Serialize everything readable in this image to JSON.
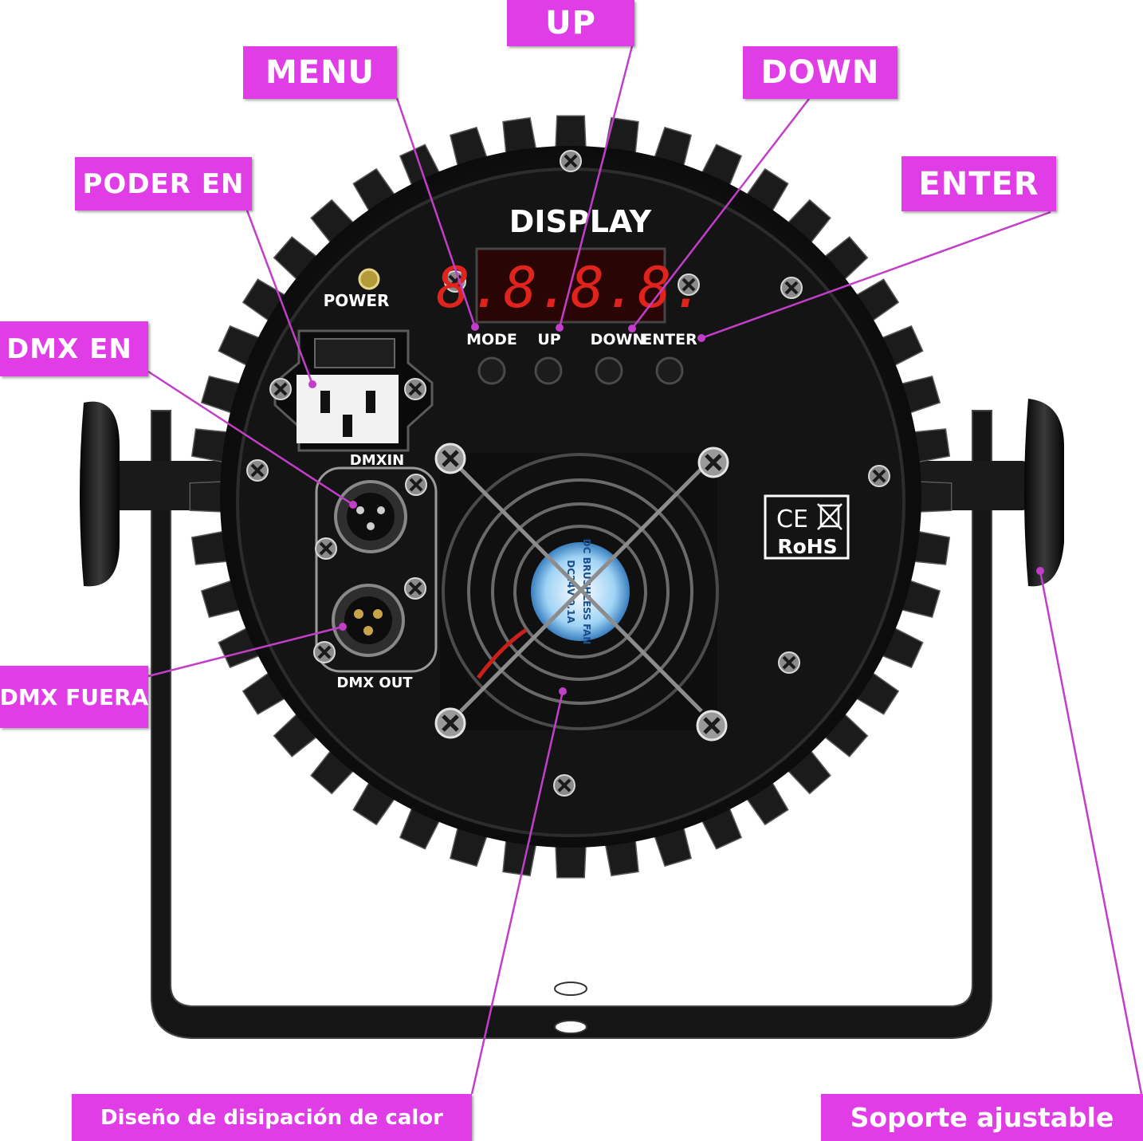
{
  "callouts": {
    "up": "UP",
    "menu": "MENU",
    "down": "DOWN",
    "poder_en": "PODER EN",
    "enter": "ENTER",
    "dmx_en": "DMX EN",
    "dmx_fuera": "DMX FUERA",
    "disipacion": "Diseño de disipación de calor",
    "soporte": "Soporte ajustable"
  },
  "panel": {
    "display_title": "DISPLAY",
    "display_digits": "8.8.8.8.",
    "power_label": "POWER",
    "btn_mode": "MODE",
    "btn_up": "UP",
    "btn_down": "DOWN",
    "btn_enter": "ENTER",
    "dmx_in_label": "DMXIN",
    "dmx_out_label": "DMX OUT",
    "ce_mark": "CE",
    "rohs": "RoHS",
    "fan_text1": "DC BRUSHLESS FAN",
    "fan_text2": "DC24V 0.1A"
  },
  "colors": {
    "callout_magenta": "#e03de6",
    "leader_line": "#c23ec9",
    "panel_black": "#141414",
    "led_red": "#e0231d"
  }
}
